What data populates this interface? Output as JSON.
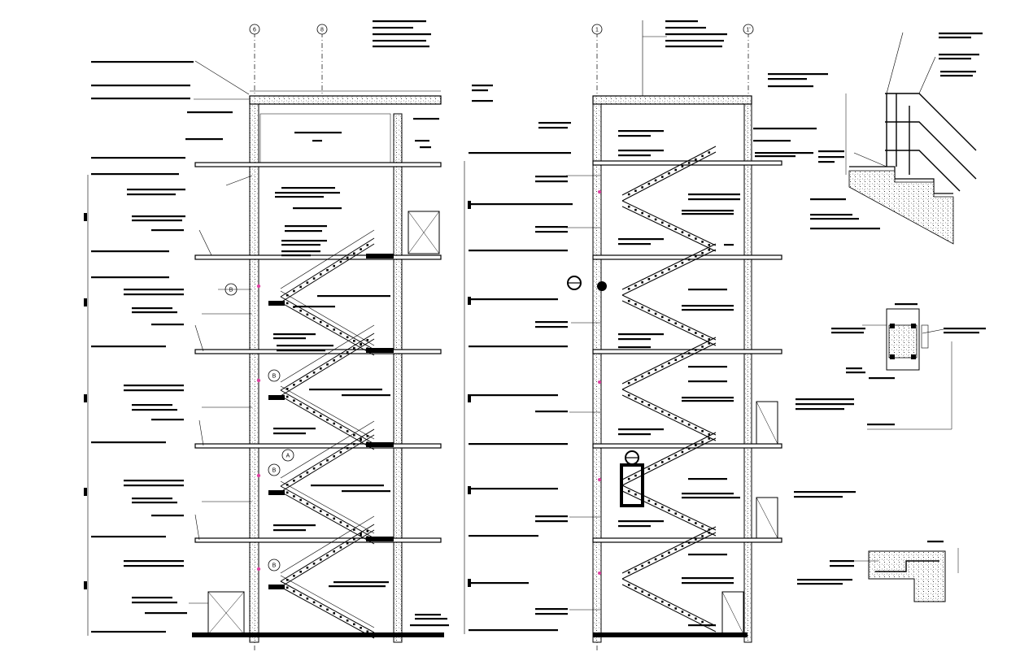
{
  "drawing": {
    "type": "staircase-section-cad",
    "left_section": {
      "grid_labels": [
        "6",
        "8"
      ],
      "detail_tags": [
        "B",
        "B",
        "A",
        "B",
        "B"
      ]
    },
    "right_section": {
      "grid_labels": [
        "1",
        "1'"
      ]
    },
    "colors": {
      "ink": "#000000",
      "background": "#ffffff",
      "marker_accent": "#e040a0"
    }
  }
}
